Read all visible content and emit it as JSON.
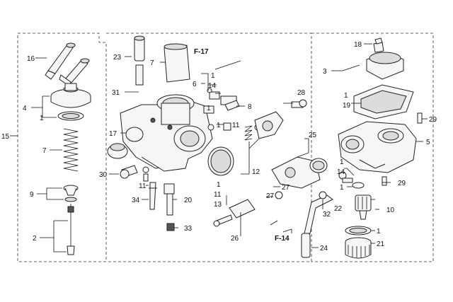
{
  "labels": {
    "l16": "16",
    "l4": "4",
    "l1a": "1",
    "l15": "15",
    "l7a": "7",
    "l9": "9",
    "l2": "2",
    "l23": "23",
    "l7b": "7",
    "lF17": "F-17",
    "l31": "31",
    "l17": "17",
    "l30": "30",
    "l11a": "11",
    "l34": "34",
    "l20": "20",
    "l33": "33",
    "l1b": "1",
    "l14a": "14",
    "l6": "6",
    "l1c": "1",
    "l8": "8",
    "l1d": "1",
    "l11b": "11",
    "l12": "12",
    "l28": "28",
    "l25": "25",
    "l1e": "1",
    "l11c": "11",
    "l13": "13",
    "l27a": "27",
    "l27b": "27",
    "l26": "26",
    "lF14": "F-14",
    "l24": "24",
    "l32": "32",
    "l18": "18",
    "l3": "3",
    "l1f": "1",
    "l19": "19",
    "l29a": "29",
    "l5": "5",
    "l1g": "1",
    "l14b": "14",
    "l29b": "29",
    "l1h": "1",
    "l22": "22",
    "l10": "10",
    "l1i": "1",
    "l21": "21"
  }
}
